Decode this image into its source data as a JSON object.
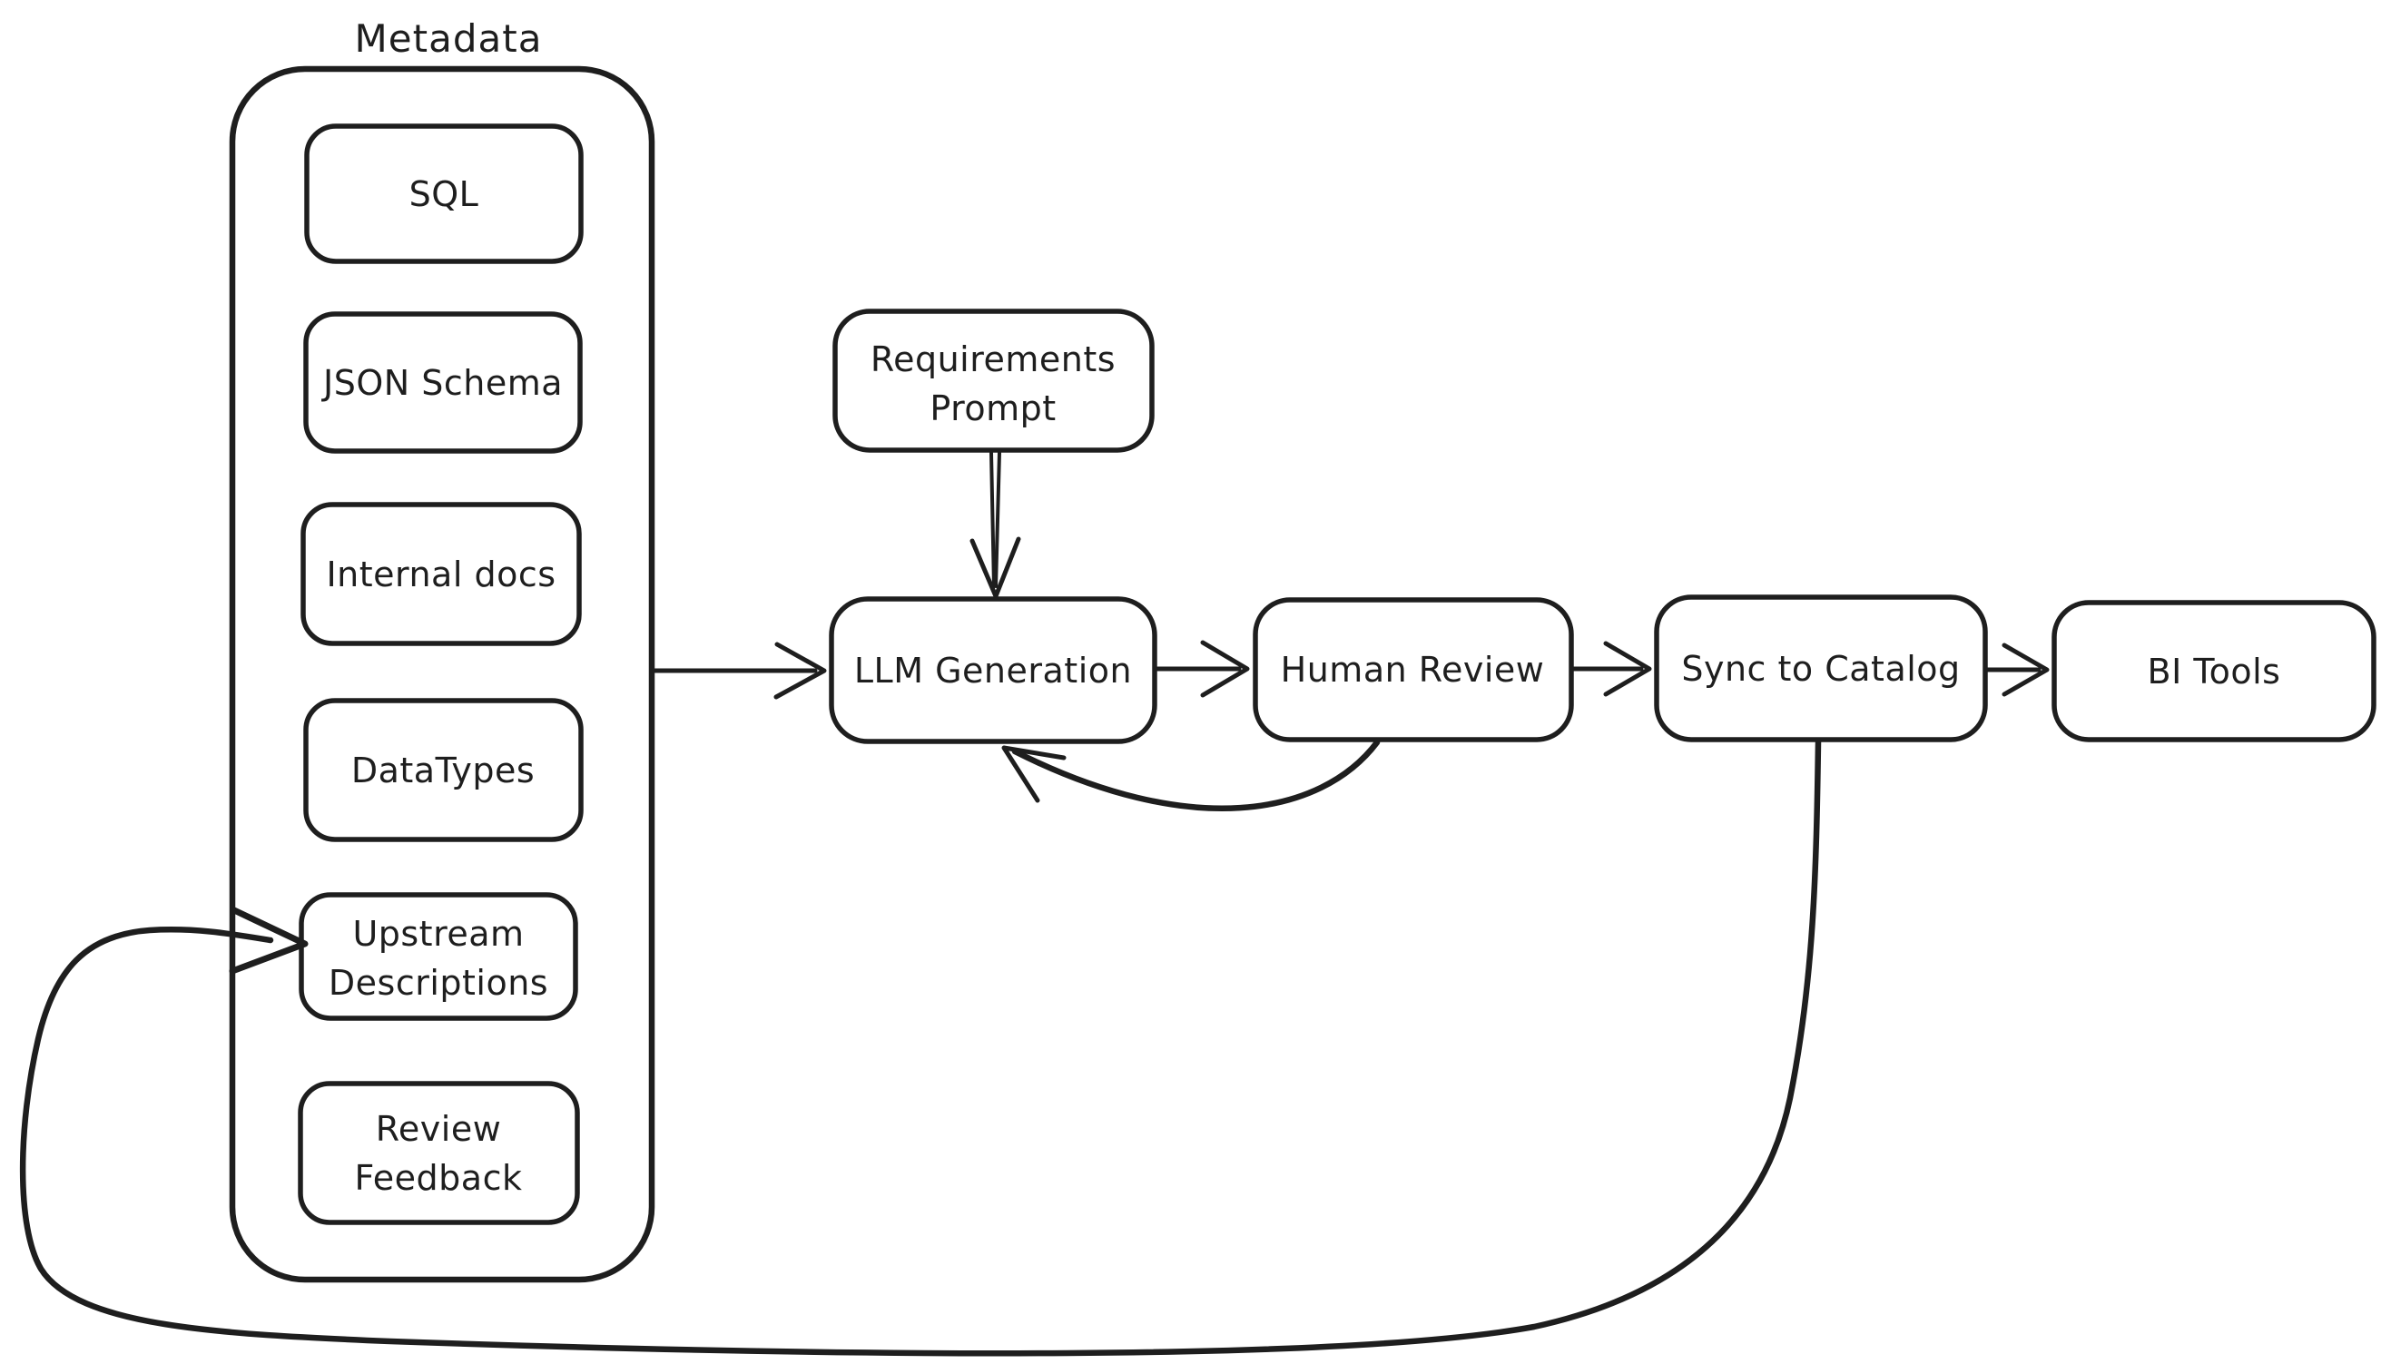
{
  "diagram": {
    "background_color": "#ffffff",
    "ink_color": "#1e1e1e",
    "group": {
      "label": "Metadata",
      "items": [
        {
          "label": "SQL"
        },
        {
          "label": "JSON Schema"
        },
        {
          "label": "Internal docs"
        },
        {
          "label": "DataTypes"
        },
        {
          "line1": "Upstream",
          "line2": "Descriptions"
        },
        {
          "line1": "Review",
          "line2": "Feedback"
        }
      ]
    },
    "nodes": {
      "requirements": {
        "line1": "Requirements",
        "line2": "Prompt"
      },
      "llm": {
        "label": "LLM Generation"
      },
      "human": {
        "label": "Human Review"
      },
      "sync": {
        "label": "Sync to Catalog"
      },
      "bi": {
        "label": "BI Tools"
      }
    },
    "edges": [
      {
        "from": "Requirements Prompt",
        "to": "LLM Generation",
        "style": "straight-arrow"
      },
      {
        "from": "Metadata",
        "to": "LLM Generation",
        "style": "straight-arrow"
      },
      {
        "from": "LLM Generation",
        "to": "Human Review",
        "style": "straight-arrow"
      },
      {
        "from": "Human Review",
        "to": "Sync to Catalog",
        "style": "straight-arrow"
      },
      {
        "from": "Sync to Catalog",
        "to": "BI Tools",
        "style": "straight-arrow"
      },
      {
        "from": "Human Review",
        "to": "LLM Generation",
        "style": "curved-feedback-arrow"
      },
      {
        "from": "Sync to Catalog",
        "to": "Upstream Descriptions",
        "style": "long-loop-arrow"
      }
    ]
  }
}
